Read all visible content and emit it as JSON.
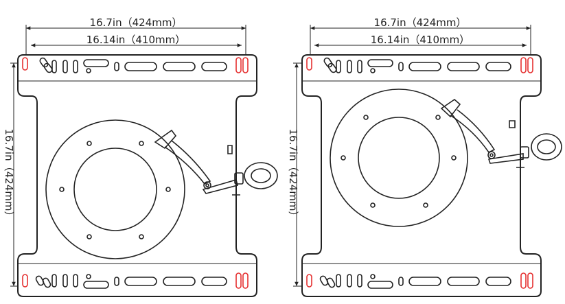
{
  "diagrams": [
    {
      "id": "left",
      "dim_outer": "16.7in（424mm）",
      "dim_inner": "16.14in（410mm）",
      "dim_vertical": "16.7in（424mm）"
    },
    {
      "id": "right",
      "dim_outer": "16.7in（424mm）",
      "dim_inner": "16.14in（410mm）",
      "dim_vertical": "16.7in（424mm）"
    }
  ],
  "colors": {
    "line": "#222222",
    "highlight": "#e53030",
    "background": "#ffffff"
  }
}
